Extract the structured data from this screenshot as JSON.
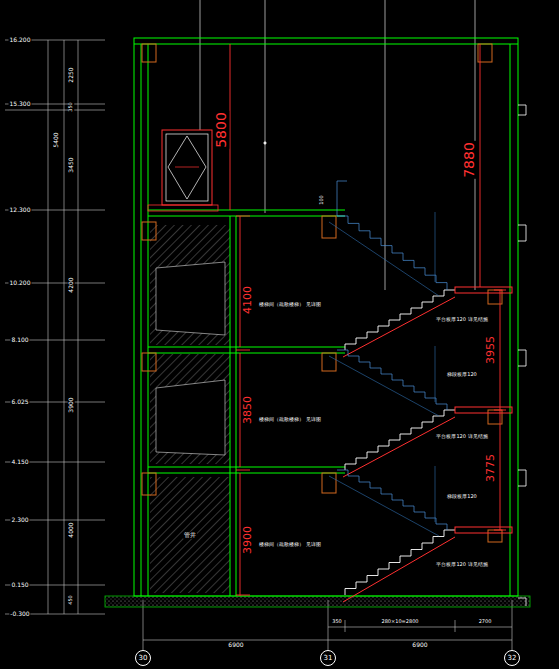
{
  "diagram": {
    "nodes": [
      {
        "text": [
          "30"
        ]
      },
      {
        "text": [
          "31"
        ]
      },
      {
        "text": [
          "32"
        ]
      }
    ],
    "labels": [
      "16.200",
      "15.300",
      "12.300",
      "10.200",
      "8.100",
      "6.025",
      "4.150",
      "2.300",
      "0.150",
      "-0.300",
      "2250",
      "350",
      "5400",
      "3450",
      "4200",
      "3900",
      "4000",
      "450",
      "5800",
      "7880",
      "4100",
      "3850",
      "3900",
      "3955",
      "3775",
      "100",
      "楼梯间（疏散楼梯） 见详图",
      "楼梯间（疏散楼梯） 见详图",
      "楼梯间（疏散楼梯） 见详图",
      "平台板厚120 详见结施",
      "梯段板厚120",
      "平台板厚120 详见结施",
      "梯段板厚120",
      "平台板厚120 详见结施",
      "管井",
      "6900",
      "6900",
      "350",
      "280×10=2800",
      "2700"
    ]
  }
}
